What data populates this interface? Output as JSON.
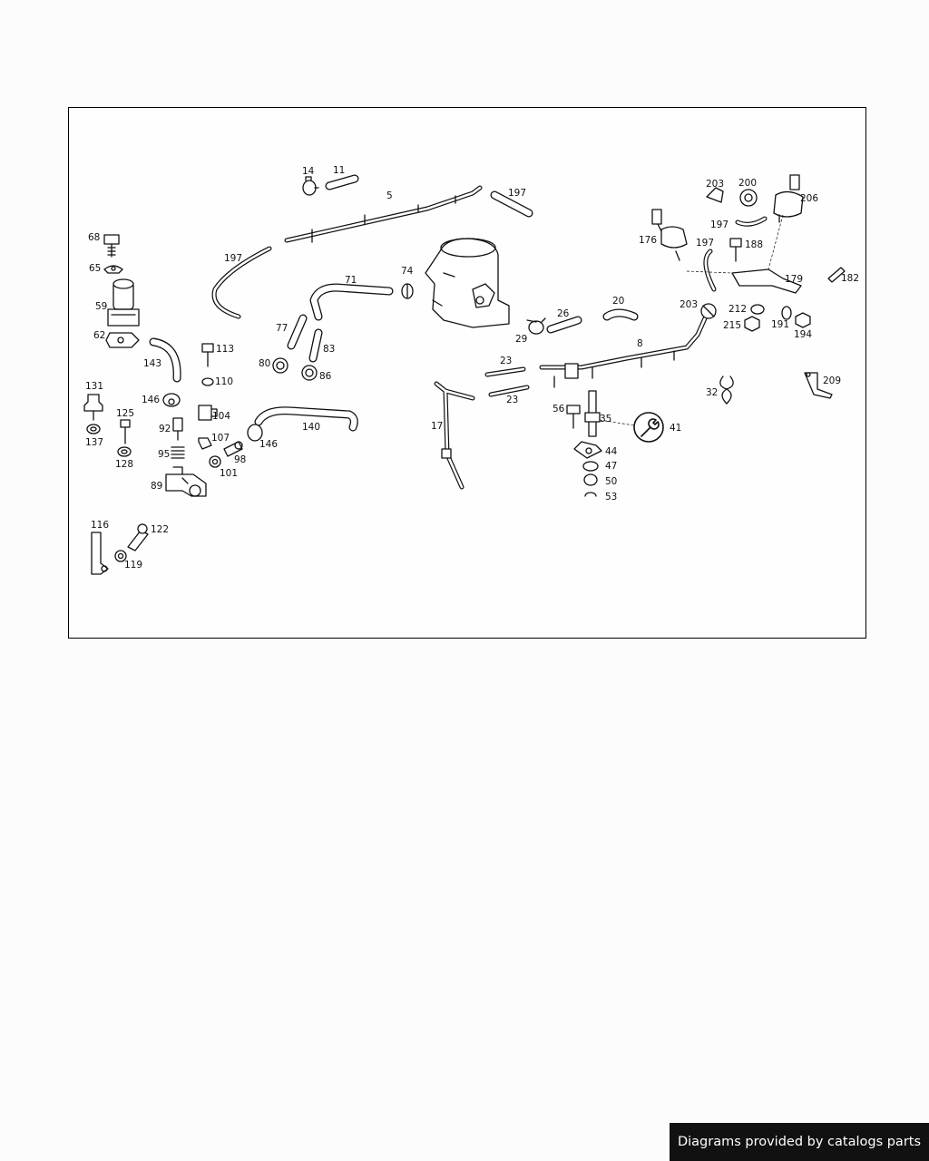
{
  "footer": {
    "credit": "Diagrams provided by catalogs parts"
  },
  "part_labels": {
    "p5": "5",
    "p8": "8",
    "p11": "11",
    "p14": "14",
    "p17": "17",
    "p20": "20",
    "p23a": "23",
    "p23b": "23",
    "p26": "26",
    "p29": "29",
    "p32": "32",
    "p35": "35",
    "p41": "41",
    "p44": "44",
    "p47": "47",
    "p50": "50",
    "p53": "53",
    "p56": "56",
    "p59": "59",
    "p62": "62",
    "p65": "65",
    "p68": "68",
    "p71": "71",
    "p74": "74",
    "p77": "77",
    "p80": "80",
    "p83": "83",
    "p86": "86",
    "p89": "89",
    "p92": "92",
    "p95": "95",
    "p98": "98",
    "p101": "101",
    "p104": "104",
    "p107": "107",
    "p110": "110",
    "p113": "113",
    "p116": "116",
    "p119": "119",
    "p122": "122",
    "p125": "125",
    "p128": "128",
    "p131": "131",
    "p137": "137",
    "p140": "140",
    "p143": "143",
    "p146a": "146",
    "p146b": "146",
    "p176": "176",
    "p179": "179",
    "p182": "182",
    "p188": "188",
    "p191": "191",
    "p194": "194",
    "p197a": "197",
    "p197b": "197",
    "p197c": "197",
    "p197d": "197",
    "p200": "200",
    "p203a": "203",
    "p203b": "203",
    "p206": "206",
    "p209": "209",
    "p212": "212",
    "p215": "215"
  },
  "icons": {
    "wrench": "wrench-icon"
  }
}
